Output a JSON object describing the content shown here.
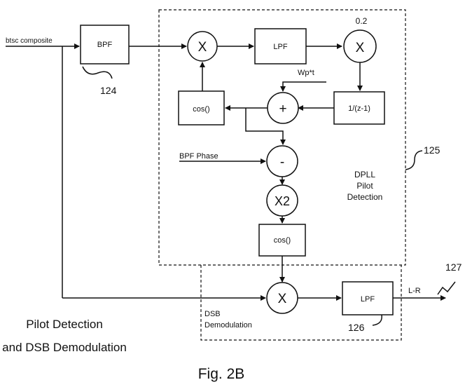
{
  "labels": {
    "input": "btsc composite",
    "bpf": "BPF",
    "ref_124": "124",
    "mult_x": "X",
    "lpf_top": "LPF",
    "gain": "0.2",
    "wp": "Wp*t",
    "cos_top": "cos()",
    "plus": "+",
    "integrator": "1/(z-1)",
    "bpf_phase": "BPF Phase",
    "minus": "-",
    "x2": "X2",
    "cos_bottom": "cos()",
    "dpll_line1": "DPLL",
    "dpll_line2": "Pilot",
    "dpll_line3": "Detection",
    "ref_125": "125",
    "dsb_line1": "DSB",
    "dsb_line2": "Demodulation",
    "lpf_bottom": "LPF",
    "output": "L-R",
    "ref_126": "126",
    "ref_127": "127",
    "caption_line1": "Pilot Detection",
    "caption_line2": "and DSB Demodulation",
    "figure": "Fig. 2B"
  }
}
